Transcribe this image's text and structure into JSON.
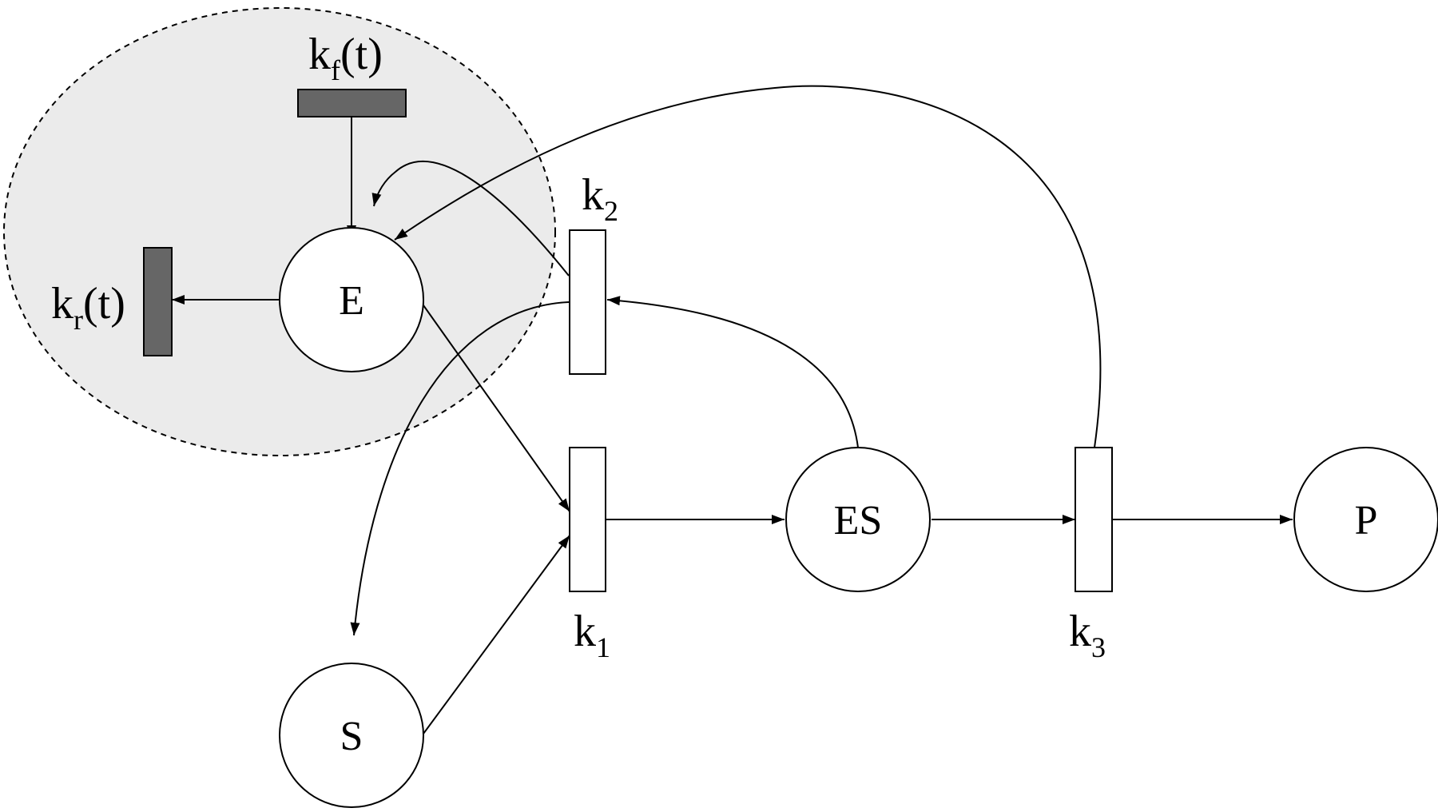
{
  "diagram": {
    "colors": {
      "stroke": "#000000",
      "region_fill": "#ebebeb",
      "place_fill": "#ffffff",
      "transition_fill": "#ffffff",
      "time_transition_fill": "#666666"
    },
    "places": {
      "e": "E",
      "s": "S",
      "es": "ES",
      "p": "P"
    },
    "transitions": {
      "k1": {
        "base": "k",
        "sub": "1"
      },
      "k2": {
        "base": "k",
        "sub": "2"
      },
      "k3": {
        "base": "k",
        "sub": "3"
      },
      "kf": {
        "base": "k",
        "sub": "f",
        "suffix": "(t)"
      },
      "kr": {
        "base": "k",
        "sub": "r",
        "suffix": "(t)"
      }
    }
  }
}
